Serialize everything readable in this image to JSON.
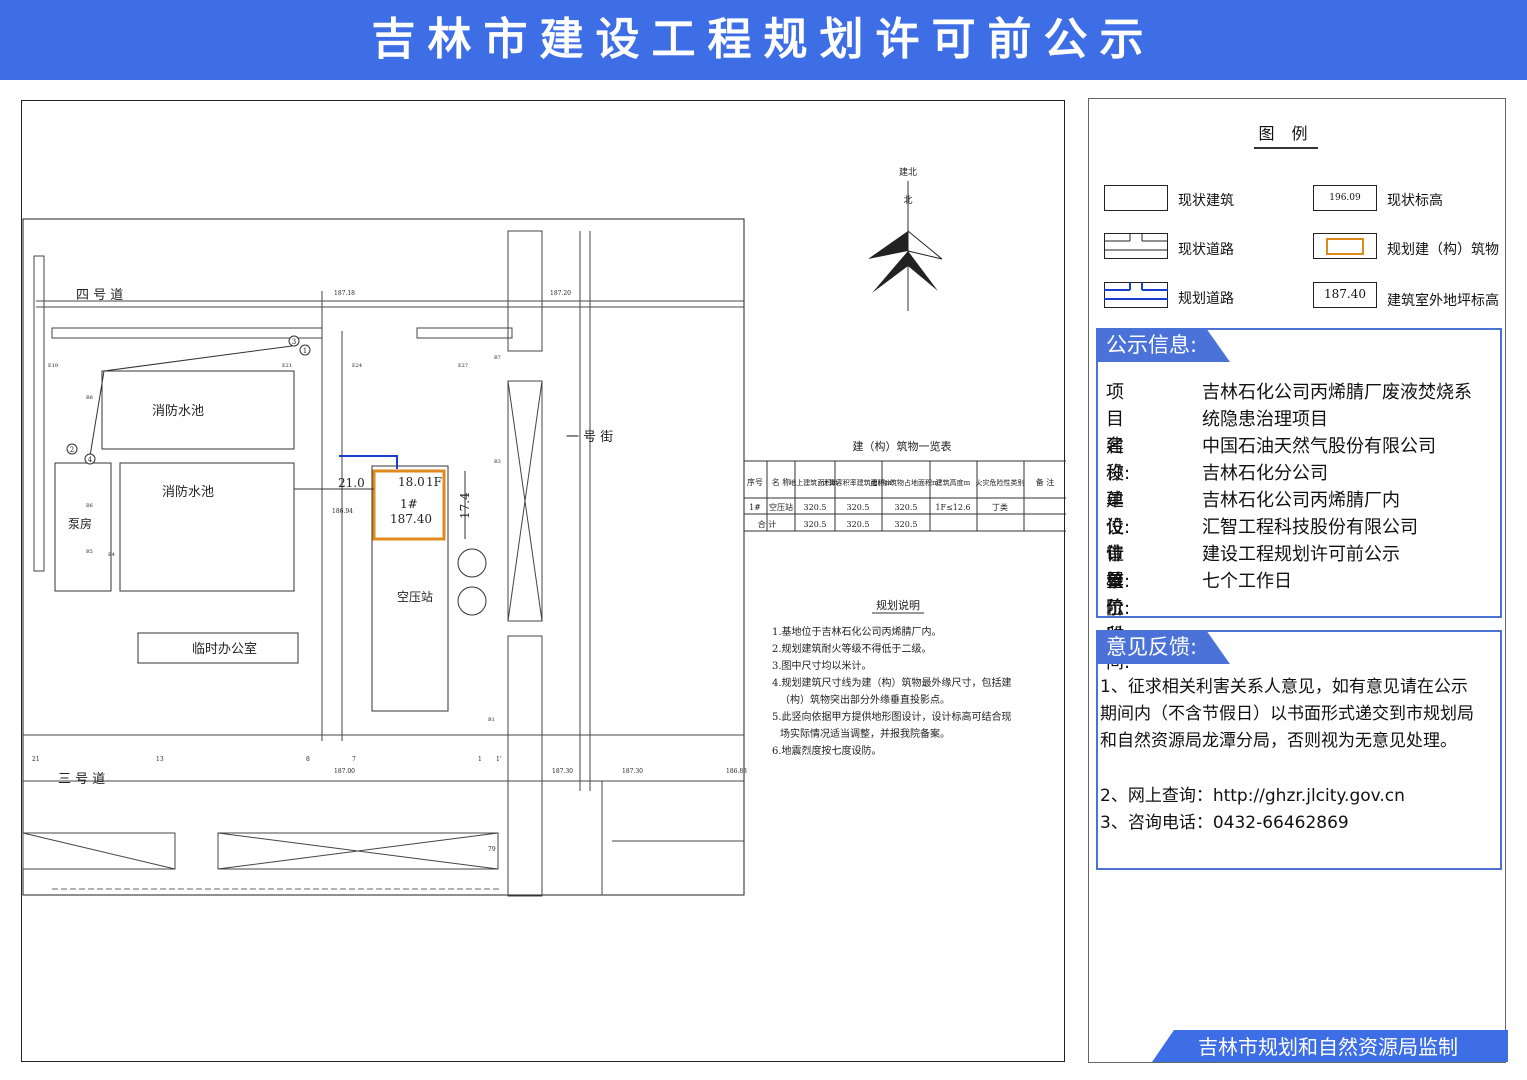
{
  "banner": {
    "title": "吉林市建设工程规划许可前公示",
    "color": "#3e6ee6"
  },
  "plan": {
    "north_labels": [
      "建北",
      "北"
    ],
    "roads": {
      "road4": "四 号 道",
      "road3": "三 号 道",
      "street1": "一 号 街"
    },
    "buildings": {
      "fire_pool_1": "消防水池",
      "fire_pool_2": "消防水池",
      "pump_room": "泵房",
      "temp_office": "临时办公室",
      "air_station": "空压站"
    },
    "planned_building": {
      "id": "1#",
      "elevation": "187.40",
      "width_label": "18.0",
      "floors": "1F",
      "depth_label": "17.4",
      "color": "#e08a1e"
    },
    "dimension_21": "21.0",
    "elevations": [
      "187.18",
      "187.20",
      "187.30",
      "187.30",
      "186.83",
      "187.00",
      "186.94"
    ],
    "points": [
      "E19",
      "E24",
      "E27",
      "E21",
      "B7",
      "B8",
      "B5",
      "B6",
      "B3",
      "B1",
      "B4",
      "21",
      "13",
      "8",
      "7",
      "1",
      "1'",
      "79"
    ],
    "circle_markers": [
      "1",
      "2",
      "3",
      "4"
    ],
    "table": {
      "title": "建（构）筑物一览表",
      "headers": [
        "序号",
        "名 称",
        "地上建筑面积m²",
        "计算容积率建筑面积m²",
        "建(构)筑物占地面积m²",
        "建筑高度m",
        "火灾危险性类别",
        "备 注"
      ],
      "rows": [
        [
          "1#",
          "空压站",
          "320.5",
          "320.5",
          "320.5",
          "1F≤12.6",
          "丁类",
          ""
        ],
        [
          "合 计",
          "",
          "320.5",
          "320.5",
          "320.5",
          "",
          "",
          ""
        ]
      ]
    },
    "notes": {
      "title": "规划说明",
      "items": [
        "1.基地位于吉林石化公司丙烯腈厂内。",
        "2.规划建筑耐火等级不得低于二级。",
        "3.图中尺寸均以米计。",
        "4.规划建筑尺寸线为建（构）筑物最外缘尺寸，包括建",
        "（构）筑物突出部分外缘垂直投影点。",
        "5.此竖向依据甲方提供地形图设计，设计标高可结合现",
        "场实际情况适当调整，并报我院备案。",
        "6.地震烈度按七度设防。"
      ]
    }
  },
  "legend": {
    "title": "图 例",
    "items": [
      {
        "label": "现状建筑",
        "icon": "existing-building"
      },
      {
        "label": "现状标高",
        "icon": "existing-elevation",
        "value": "196.09"
      },
      {
        "label": "现状道路",
        "icon": "existing-road"
      },
      {
        "label": "规划建（构）筑物",
        "icon": "planned-building"
      },
      {
        "label": "规划道路",
        "icon": "planned-road"
      },
      {
        "label": "建筑室外地坪标高",
        "icon": "outdoor-elevation",
        "value": "187.40"
      }
    ]
  },
  "info": {
    "heading": "公示信息:",
    "rows": [
      {
        "label": "项目名称:",
        "value": "吉林石化公司丙烯腈厂废液焚烧系统隐患治理项目"
      },
      {
        "label": "建设单位:",
        "value": "中国石油天然气股份有限公司吉林石化分公司"
      },
      {
        "label": "建设位置:",
        "value": "吉林石化公司丙烯腈厂内"
      },
      {
        "label": "设计单位:",
        "value": "汇智工程科技股份有限公司"
      },
      {
        "label": "审核阶段:",
        "value": "建设工程规划许可前公示"
      },
      {
        "label": "公示时间:",
        "value": "七个工作日"
      }
    ]
  },
  "feedback": {
    "heading": "意见反馈:",
    "item1": "1、征求相关利害关系人意见，如有意见请在公示期间内（不含节假日）以书面形式递交到市规划局和自然资源局龙潭分局，否则视为无意见处理。",
    "item2": "2、网上查询：http://ghzr.jlcity.gov.cn",
    "item3": "3、咨询电话：0432-66462869"
  },
  "footer": {
    "text": "吉林市规划和自然资源局监制"
  }
}
